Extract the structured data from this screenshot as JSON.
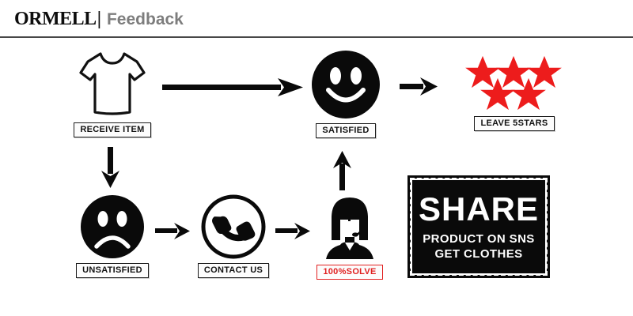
{
  "header": {
    "brand": "ORMELL",
    "divider_char": "|",
    "section": "Feedback"
  },
  "colors": {
    "black": "#0a0a0a",
    "gray_text": "#7d7d7d",
    "star_red": "#ED1C1C",
    "accent_red": "#e01f1f",
    "background": "#ffffff"
  },
  "flow": {
    "nodes": [
      {
        "id": "receive-item",
        "icon": "tshirt-icon",
        "label": "RECEIVE ITEM",
        "label_style": "black"
      },
      {
        "id": "satisfied",
        "icon": "smiley-face-icon",
        "label": "SATISFIED",
        "label_style": "black"
      },
      {
        "id": "leave-5stars",
        "icon": "five-stars-icon",
        "label": "LEAVE 5STARS",
        "label_style": "black",
        "star_count": 5
      },
      {
        "id": "unsatisfied",
        "icon": "sad-face-icon",
        "label": "UNSATISFIED",
        "label_style": "black"
      },
      {
        "id": "contact-us",
        "icon": "telephone-icon",
        "label": "CONTACT US",
        "label_style": "black"
      },
      {
        "id": "solve",
        "icon": "support-agent-icon",
        "label": "100%SOLVE",
        "label_style": "red"
      }
    ],
    "arrows": [
      {
        "id": "receive-to-satisfied",
        "direction": "right",
        "length": "long"
      },
      {
        "id": "satisfied-to-stars",
        "direction": "right",
        "length": "short"
      },
      {
        "id": "receive-to-unsatisfied",
        "direction": "down",
        "length": "short"
      },
      {
        "id": "unsatisfied-to-contact",
        "direction": "right",
        "length": "short"
      },
      {
        "id": "contact-to-solve",
        "direction": "right",
        "length": "short"
      },
      {
        "id": "solve-to-satisfied",
        "direction": "up",
        "length": "short"
      }
    ]
  },
  "share_promo": {
    "title": "SHARE",
    "line1": "PRODUCT ON SNS",
    "line2": "GET CLOTHES"
  }
}
